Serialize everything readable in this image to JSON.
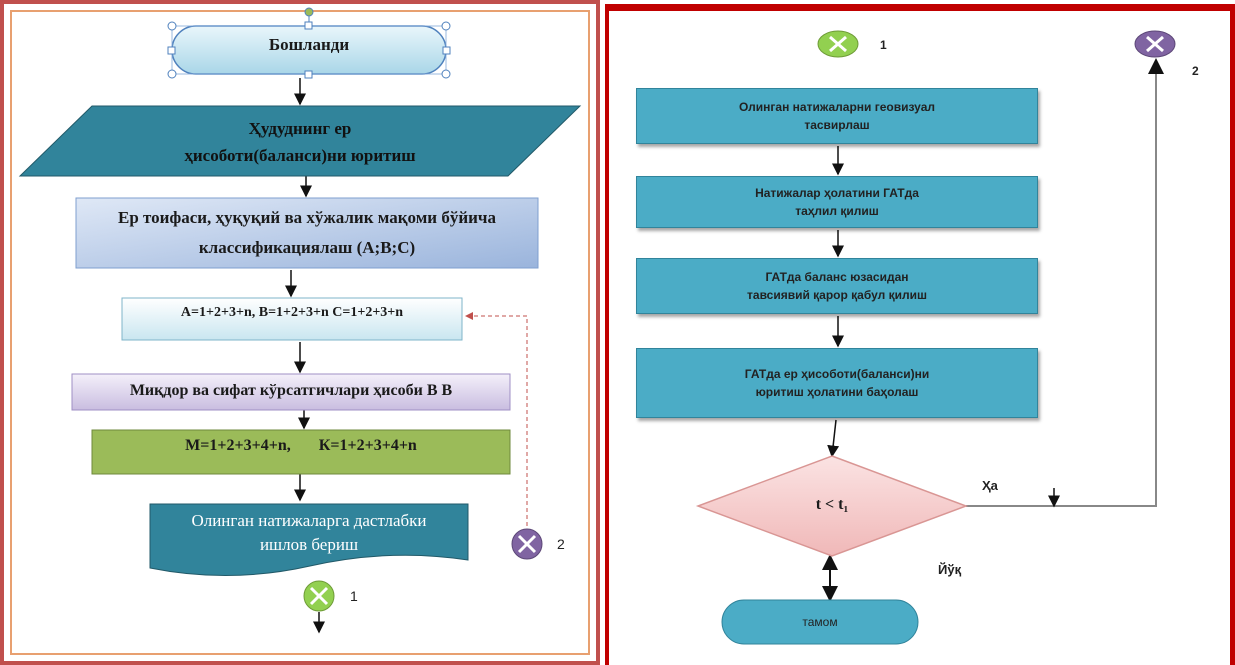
{
  "left": {
    "start": "Бошланди",
    "parallelogram": "Ҳудуднинг ер\nҳисоботи(баланси)ни юритиш",
    "classify": "Ер тоифаси, ҳуқуқий ва хўжалик мақоми бўйича\nклассификациялаш (А;В;С)",
    "formula1": "А=1+2+3+n, В=1+2+3+n С=1+2+3+n",
    "indicators": "Миқдор ва сифат кўрсатгичлари ҳисоби В В",
    "formula2": "М=1+2+3+4+n,       К=1+2+3+4+n",
    "prelim": "Олинган натижаларга дастлабки\nишлов бериш",
    "conn1": "1",
    "conn2": "2"
  },
  "right": {
    "conn1": "1",
    "conn2": "2",
    "box1": "Олинган натижаларни геовизуал\nтасвирлаш",
    "box2": "Натижалар ҳолатини ГАТда\nтаҳлил қилиш",
    "box3": "ГАТда баланс юзасидан\nтавсиявий қарор қабул қилиш",
    "box4": "ГАТда ер ҳисоботи(баланси)ни\nюритиш ҳолатини баҳолаш",
    "decision": "t < t₁",
    "yes": "Ҳа",
    "no": "Йўқ",
    "end": "тамом"
  },
  "colors": {
    "accent_red": "#c00000",
    "box_blue": "#4bacc6",
    "green_box": "#9bbb59",
    "connector_green": "#92d050",
    "connector_purple": "#8064a2",
    "decision_fill": "#f2c7c7"
  }
}
